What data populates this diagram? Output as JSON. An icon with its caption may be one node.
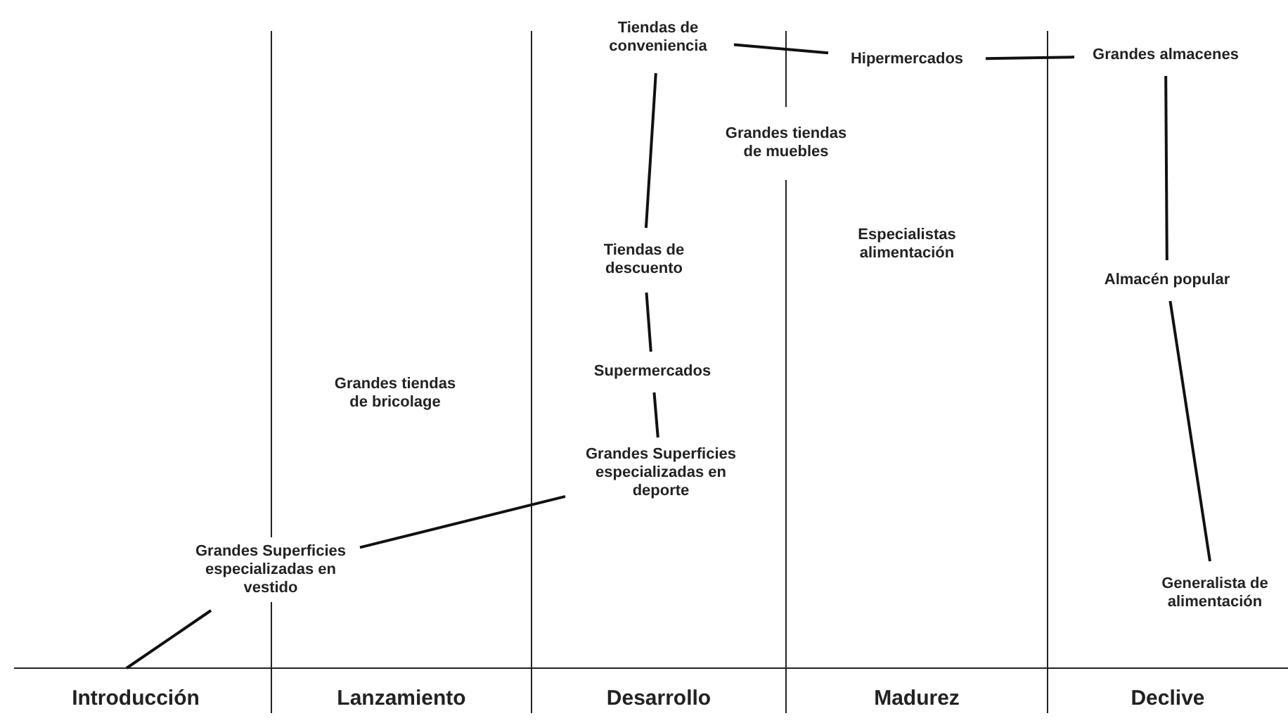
{
  "diagram": {
    "nodes": [
      {
        "text": [
          "Grandes Superficies especializadas en vestido"
        ]
      },
      {
        "text": [
          "Grandes Superficies especializadas en deporte"
        ]
      },
      {
        "text": [
          "Supermercados"
        ]
      },
      {
        "text": [
          "Tiendas de descuento"
        ]
      },
      {
        "text": [
          "Tiendas de conveniencia"
        ]
      },
      {
        "text": [
          "Hipermercados"
        ]
      },
      {
        "text": [
          "Grandes almacenes"
        ]
      },
      {
        "text": [
          "Almacén popular"
        ]
      },
      {
        "text": [
          "Generalista de alimentación"
        ]
      },
      {
        "text": [
          "Grandes tiendas de muebles"
        ]
      },
      {
        "text": [
          "Especialistas alimentación"
        ]
      },
      {
        "text": [
          "Grandes tiendas de bricolage"
        ]
      }
    ],
    "edges": [
      {
        "from": null,
        "to": 0,
        "arrow": "none"
      },
      {
        "from": 0,
        "to": 1,
        "arrow": "none"
      },
      {
        "from": 1,
        "to": 2,
        "arrow": "none"
      },
      {
        "from": 2,
        "to": 3,
        "arrow": "none"
      },
      {
        "from": 3,
        "to": 4,
        "arrow": "none"
      },
      {
        "from": 4,
        "to": 5,
        "arrow": "none"
      },
      {
        "from": 5,
        "to": 6,
        "arrow": "none"
      },
      {
        "from": 6,
        "to": 7,
        "arrow": "none"
      },
      {
        "from": 7,
        "to": 8,
        "arrow": "none"
      }
    ],
    "labels": [
      "Introducción",
      "Lanzamiento",
      "Desarrollo",
      "Madurez",
      "Declive"
    ]
  }
}
